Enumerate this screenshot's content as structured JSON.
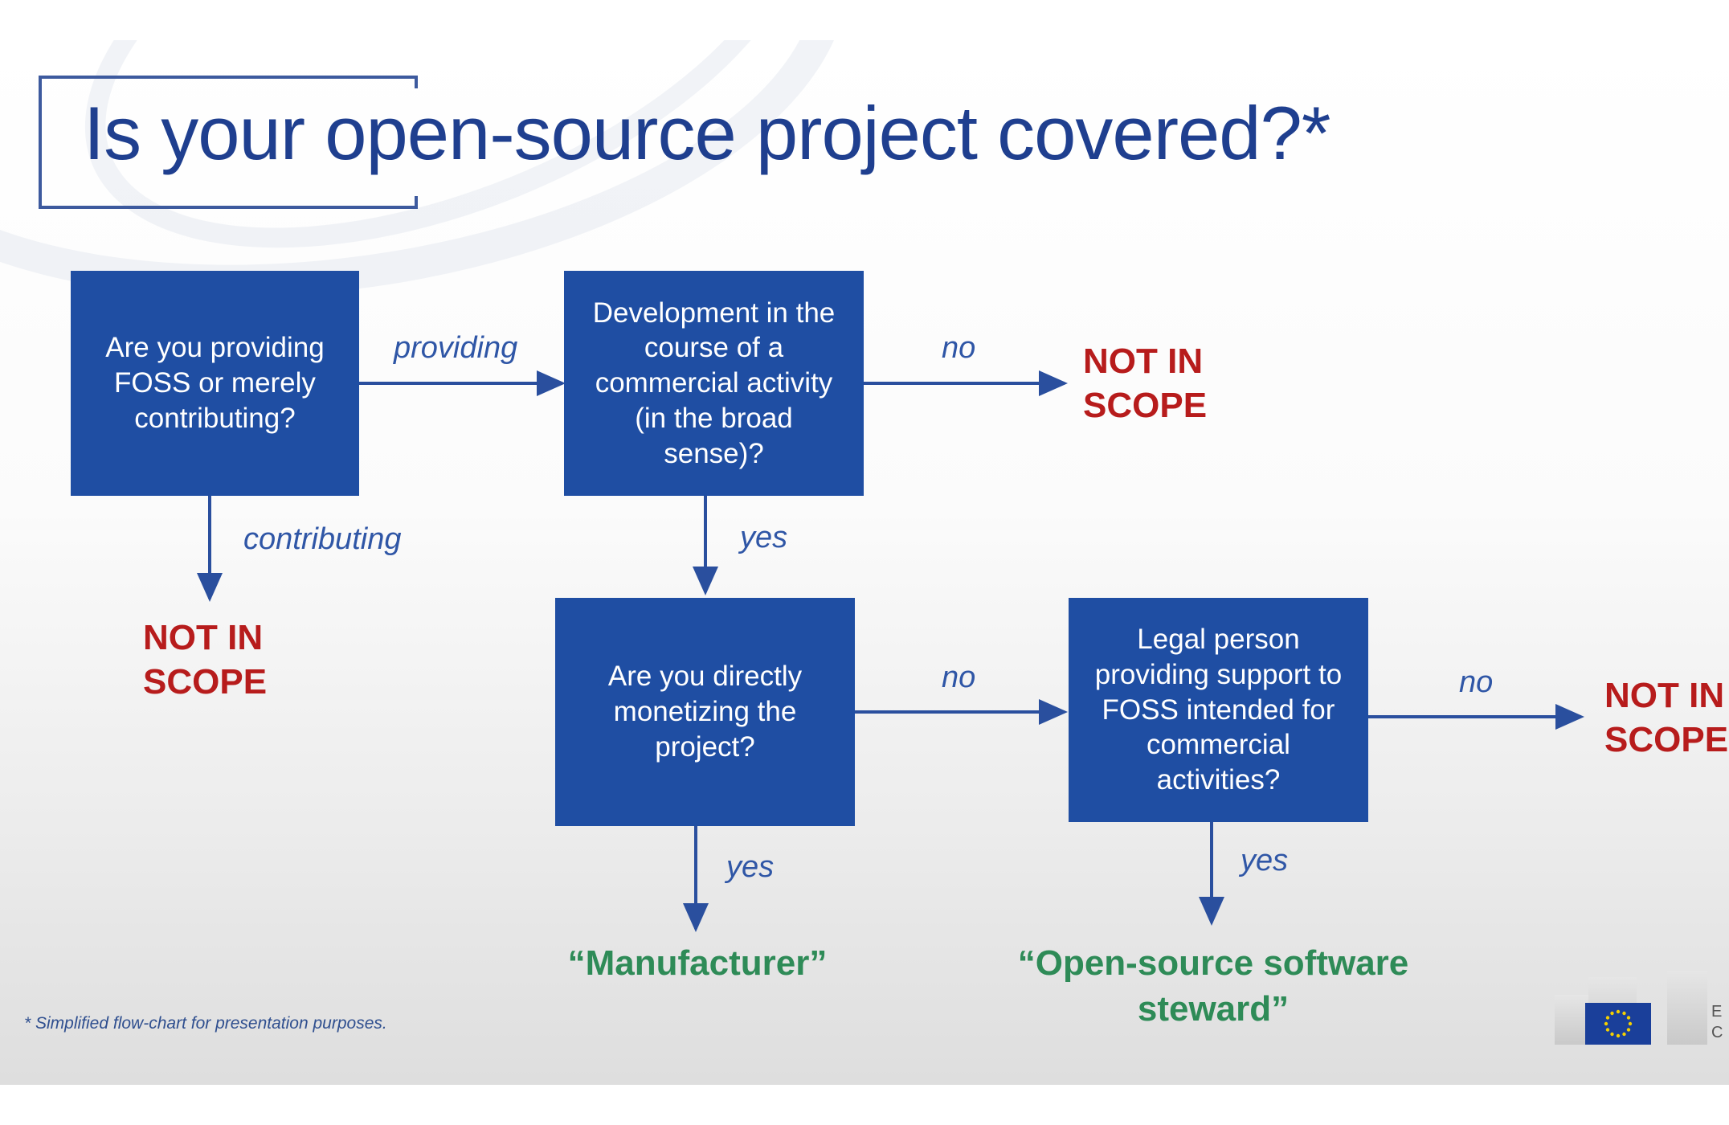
{
  "title": "Is your open-source project covered?*",
  "boxes": {
    "providing_or_contributing": "Are you providing FOSS or merely contributing?",
    "commercial_activity": "Development in the course of a commercial activity (in the broad sense)?",
    "monetizing": "Are you directly monetizing the project?",
    "legal_person": "Legal person providing support to FOSS intended for commercial activities?"
  },
  "edge_labels": {
    "providing": "providing",
    "contributing": "contributing",
    "no_1": "no",
    "yes_1": "yes",
    "no_2": "no",
    "no_3": "no",
    "yes_2": "yes",
    "yes_3": "yes"
  },
  "not_in_scope": {
    "line1": "NOT IN",
    "line2": "SCOPE"
  },
  "outcomes": {
    "manufacturer": "“Manufacturer”",
    "steward_line1": "“Open-source software",
    "steward_line2": "steward”"
  },
  "footnote": "* Simplified flow-chart for presentation purposes.",
  "logo_text": {
    "line1": "E",
    "line2": "C"
  },
  "colors": {
    "box_fill": "#1f4ea3",
    "title": "#1f3f8f",
    "not_in_scope": "#b71c1c",
    "outcome": "#2e8b57",
    "arrow": "#2a4f9e"
  }
}
